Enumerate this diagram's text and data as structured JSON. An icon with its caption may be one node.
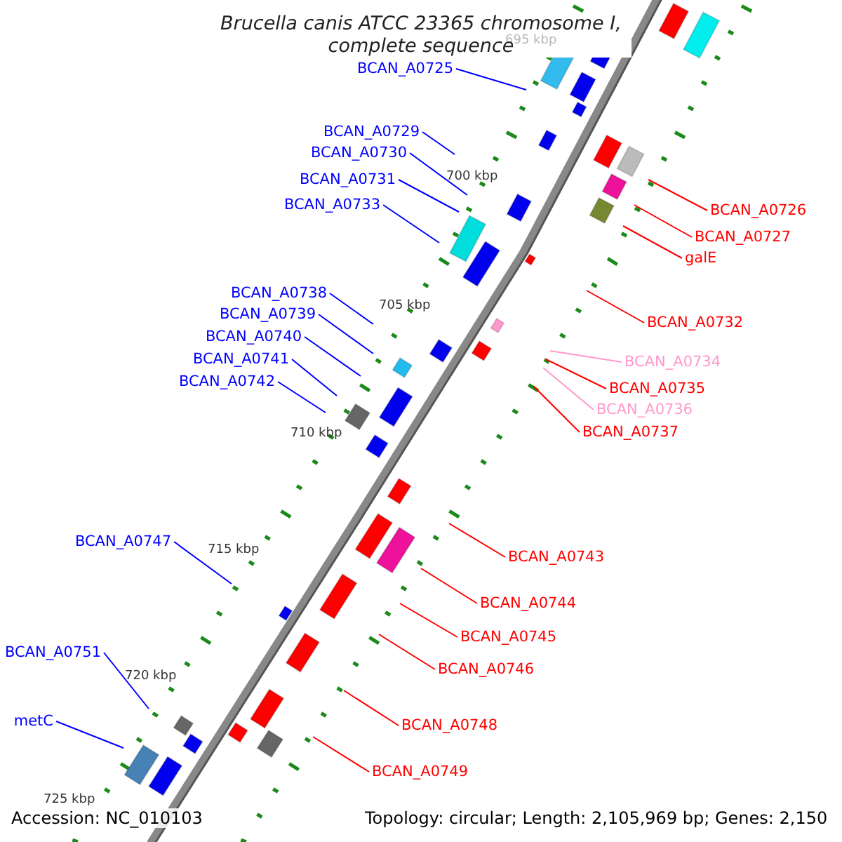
{
  "diagram": {
    "title": "Brucella canis ATCC 23365 chromosome I, complete sequence",
    "nodes": [
      {
        "text": [
          "BCAN_A0725"
        ]
      },
      {
        "text": [
          "BCAN_A0729"
        ]
      },
      {
        "text": [
          "BCAN_A0730"
        ]
      },
      {
        "text": [
          "BCAN_A0731"
        ]
      },
      {
        "text": [
          "BCAN_A0733"
        ]
      },
      {
        "text": [
          "BCAN_A0726"
        ]
      },
      {
        "text": [
          "BCAN_A0727"
        ]
      },
      {
        "text": [
          "galE"
        ]
      },
      {
        "text": [
          "BCAN_A0738"
        ]
      },
      {
        "text": [
          "BCAN_A0739"
        ]
      },
      {
        "text": [
          "BCAN_A0732"
        ]
      },
      {
        "text": [
          "BCAN_A0740"
        ]
      },
      {
        "text": [
          "BCAN_A0741"
        ]
      },
      {
        "text": [
          "BCAN_A0734"
        ]
      },
      {
        "text": [
          "BCAN_A0742"
        ]
      },
      {
        "text": [
          "BCAN_A0735"
        ]
      },
      {
        "text": [
          "BCAN_A0736"
        ]
      },
      {
        "text": [
          "BCAN_A0737"
        ]
      },
      {
        "text": [
          "BCAN_A0747"
        ]
      },
      {
        "text": [
          "BCAN_A0743"
        ]
      },
      {
        "text": [
          "BCAN_A0744"
        ]
      },
      {
        "text": [
          "BCAN_A0745"
        ]
      },
      {
        "text": [
          "BCAN_A0751"
        ]
      },
      {
        "text": [
          "BCAN_A0746"
        ]
      },
      {
        "text": [
          "metC"
        ]
      },
      {
        "text": [
          "BCAN_A0748"
        ]
      },
      {
        "text": [
          "BCAN_A0749"
        ]
      }
    ],
    "edges": [
      {
        "from": 0,
        "to": null,
        "arrow": "none"
      },
      {
        "from": 1,
        "to": null,
        "arrow": "none"
      },
      {
        "from": 2,
        "to": null,
        "arrow": "none"
      },
      {
        "from": 3,
        "to": null,
        "arrow": "none"
      },
      {
        "from": 4,
        "to": null,
        "arrow": "none"
      },
      {
        "from": 5,
        "to": null,
        "arrow": "none",
        "color": "#ff0000"
      },
      {
        "from": 6,
        "to": null,
        "arrow": "none",
        "color": "#ff0000"
      },
      {
        "from": 7,
        "to": null,
        "arrow": "none",
        "color": "#ff0000"
      },
      {
        "from": 8,
        "to": null,
        "arrow": "none"
      },
      {
        "from": 9,
        "to": null,
        "arrow": "none"
      },
      {
        "from": 10,
        "to": null,
        "arrow": "none",
        "color": "#ff0000"
      },
      {
        "from": 11,
        "to": null,
        "arrow": "none"
      },
      {
        "from": 12,
        "to": null,
        "arrow": "none"
      },
      {
        "from": 13,
        "to": null,
        "arrow": "none",
        "color": "#ff99cc"
      },
      {
        "from": 14,
        "to": null,
        "arrow": "none"
      },
      {
        "from": 15,
        "to": null,
        "arrow": "none",
        "color": "#ff0000"
      },
      {
        "from": 16,
        "to": null,
        "arrow": "none",
        "color": "#ff99cc"
      },
      {
        "from": 17,
        "to": null,
        "arrow": "none",
        "color": "#ff0000"
      },
      {
        "from": 18,
        "to": null,
        "arrow": "none"
      },
      {
        "from": 19,
        "to": null,
        "arrow": "none",
        "color": "#ff0000"
      },
      {
        "from": 20,
        "to": null,
        "arrow": "none",
        "color": "#ff0000"
      },
      {
        "from": 21,
        "to": null,
        "arrow": "none",
        "color": "#ff0000"
      },
      {
        "from": 22,
        "to": null,
        "arrow": "none"
      },
      {
        "from": 23,
        "to": null,
        "arrow": "none",
        "color": "#ff0000"
      },
      {
        "from": 24,
        "to": null,
        "arrow": "none"
      },
      {
        "from": 25,
        "to": null,
        "arrow": "none",
        "color": "#ff0000"
      },
      {
        "from": 26,
        "to": null,
        "arrow": "none",
        "color": "#ff0000"
      }
    ],
    "labels": [
      "695 kbp",
      "700 kbp",
      "705 kbp",
      "710 kbp",
      "715 kbp",
      "720 kbp",
      "725 kbp",
      "Accession: NC_010103",
      "Topology: circular; Length: 2,105,969 bp; Genes: 2,150"
    ]
  }
}
